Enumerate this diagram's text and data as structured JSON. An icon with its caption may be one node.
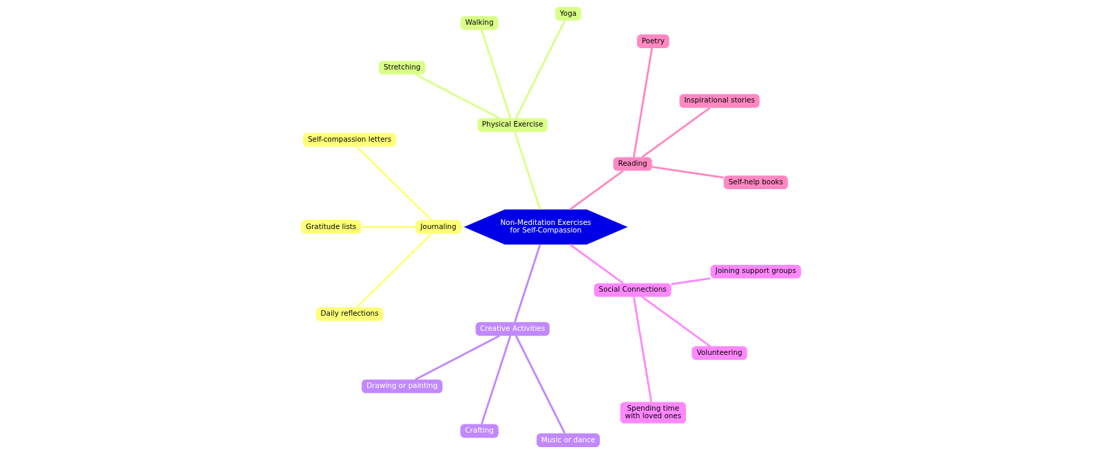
{
  "diagram": {
    "nodes": [
      {
        "text": [
          "Non-Meditation Exercises for Self-Compassion"
        ]
      },
      {
        "text": [
          "Reading"
        ]
      },
      {
        "text": [
          "Self-help books"
        ]
      },
      {
        "text": [
          "Inspirational stories"
        ]
      },
      {
        "text": [
          "Poetry"
        ]
      },
      {
        "text": [
          "Physical Exercise"
        ]
      },
      {
        "text": [
          "Yoga"
        ]
      },
      {
        "text": [
          "Walking"
        ]
      },
      {
        "text": [
          "Stretching"
        ]
      },
      {
        "text": [
          "Journaling"
        ]
      },
      {
        "text": [
          "Self-compassion letters"
        ]
      },
      {
        "text": [
          "Gratitude lists"
        ]
      },
      {
        "text": [
          "Daily reflections"
        ]
      },
      {
        "text": [
          "Creative Activities"
        ]
      },
      {
        "text": [
          "Drawing or painting"
        ]
      },
      {
        "text": [
          "Crafting"
        ]
      },
      {
        "text": [
          "Music or dance"
        ]
      },
      {
        "text": [
          "Social Connections"
        ]
      },
      {
        "text": [
          "Spending time with loved ones"
        ]
      },
      {
        "text": [
          "Volunteering"
        ]
      },
      {
        "text": [
          "Joining support groups"
        ]
      }
    ],
    "edges": [
      {
        "from": 0,
        "to": 1,
        "arrow": "none",
        "color": "#ff88c2"
      },
      {
        "from": 1,
        "to": 2,
        "arrow": "none",
        "color": "#ff88c2"
      },
      {
        "from": 1,
        "to": 3,
        "arrow": "none",
        "color": "#ff88c2"
      },
      {
        "from": 1,
        "to": 4,
        "arrow": "none",
        "color": "#ff88c2"
      },
      {
        "from": 0,
        "to": 5,
        "arrow": "none",
        "color": "#d9ff88"
      },
      {
        "from": 5,
        "to": 6,
        "arrow": "none",
        "color": "#d9ff88"
      },
      {
        "from": 5,
        "to": 7,
        "arrow": "none",
        "color": "#d9ff88"
      },
      {
        "from": 5,
        "to": 8,
        "arrow": "none",
        "color": "#d9ff88"
      },
      {
        "from": 0,
        "to": 9,
        "arrow": "none",
        "color": "#ffff78"
      },
      {
        "from": 9,
        "to": 10,
        "arrow": "none",
        "color": "#ffff78"
      },
      {
        "from": 9,
        "to": 11,
        "arrow": "none",
        "color": "#ffff78"
      },
      {
        "from": 9,
        "to": 12,
        "arrow": "none",
        "color": "#ffff78"
      },
      {
        "from": 0,
        "to": 13,
        "arrow": "none",
        "color": "#c188ff"
      },
      {
        "from": 13,
        "to": 14,
        "arrow": "none",
        "color": "#c188ff"
      },
      {
        "from": 13,
        "to": 15,
        "arrow": "none",
        "color": "#c188ff"
      },
      {
        "from": 13,
        "to": 16,
        "arrow": "none",
        "color": "#c188ff"
      },
      {
        "from": 0,
        "to": 17,
        "arrow": "none",
        "color": "#ff88ff"
      },
      {
        "from": 17,
        "to": 18,
        "arrow": "none",
        "color": "#ff88ff"
      },
      {
        "from": 17,
        "to": 19,
        "arrow": "none",
        "color": "#ff88ff"
      },
      {
        "from": 17,
        "to": 20,
        "arrow": "none",
        "color": "#ff88ff"
      }
    ]
  }
}
